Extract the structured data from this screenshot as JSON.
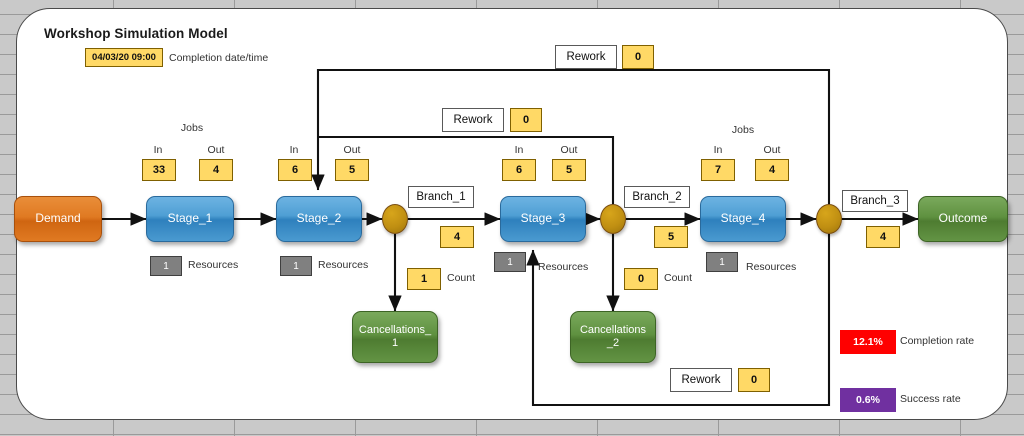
{
  "header": {
    "title": "Workshop Simulation Model",
    "completion_datetime": "04/03/20 09:00",
    "completion_datetime_label": "Completion date/time"
  },
  "labels": {
    "jobs": "Jobs",
    "in": "In",
    "out": "Out",
    "resources": "Resources",
    "count": "Count",
    "rework": "Rework"
  },
  "nodes": {
    "demand": "Demand",
    "stage_1": "Stage_1",
    "stage_2": "Stage_2",
    "stage_3": "Stage_3",
    "stage_4": "Stage_4",
    "cancellations_1": "Cancellations_\n1",
    "cancellations_2": "Cancellations\n_2",
    "outcome": "Outcome"
  },
  "stages": [
    {
      "name": "Stage_1",
      "jobs_label": "Jobs",
      "in": "33",
      "out": "4",
      "resources": "1"
    },
    {
      "name": "Stage_2",
      "jobs_label": "",
      "in": "6",
      "out": "5",
      "resources": "1"
    },
    {
      "name": "Stage_3",
      "jobs_label": "",
      "in": "6",
      "out": "5",
      "resources": "1"
    },
    {
      "name": "Stage_4",
      "jobs_label": "Jobs",
      "in": "7",
      "out": "4",
      "resources": "1"
    }
  ],
  "branches": [
    {
      "name": "Branch_1",
      "value": "4",
      "count": "1",
      "count_label": "Count",
      "target": "Cancellations_1"
    },
    {
      "name": "Branch_2",
      "value": "5",
      "count": "0",
      "count_label": "Count",
      "target": "Cancellations_2"
    },
    {
      "name": "Branch_3",
      "value": "4",
      "count": "",
      "count_label": "",
      "target": "Outcome"
    }
  ],
  "rework": [
    {
      "label": "Rework",
      "value": "0",
      "position": "top"
    },
    {
      "label": "Rework",
      "value": "0",
      "position": "middle"
    },
    {
      "label": "Rework",
      "value": "0",
      "position": "bottom"
    }
  ],
  "metrics": [
    {
      "value": "12.1%",
      "label": "Completion rate",
      "color": "#ff0000"
    },
    {
      "value": "0.6%",
      "label": "Success rate",
      "color": "#7030a0"
    }
  ],
  "colors": {
    "process_blue": "#4f9fd4",
    "demand_orange": "#e07a22",
    "terminal_green": "#5f9140",
    "node_gold": "#c08f12",
    "value_yellow": "#ffd966",
    "resource_gray": "#808080"
  }
}
